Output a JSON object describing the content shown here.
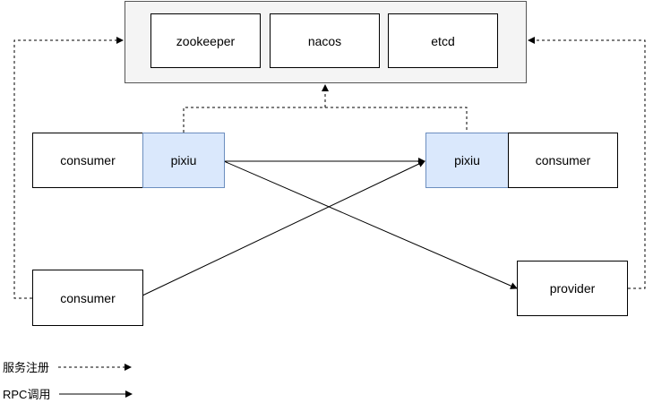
{
  "registry": {
    "items": [
      "zookeeper",
      "nacos",
      "etcd"
    ]
  },
  "nodes": {
    "left_consumer": "consumer",
    "left_pixiu": "pixiu",
    "right_pixiu": "pixiu",
    "right_consumer": "consumer",
    "bottom_consumer": "consumer",
    "provider": "provider"
  },
  "legend": {
    "registration": "服务注册",
    "rpc": "RPC调用"
  },
  "colors": {
    "pixiu_fill": "#dae8fc",
    "pixiu_border": "#6c8ebf",
    "registry_fill": "#f4f4f4"
  }
}
